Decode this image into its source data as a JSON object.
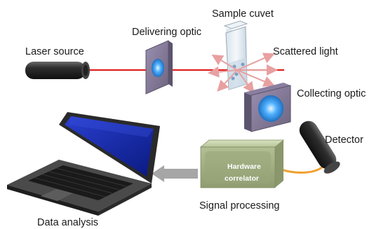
{
  "labels": {
    "laser_source": "Laser source",
    "delivering_optic": "Delivering optic",
    "sample_cuvet": "Sample cuvet",
    "scattered_light": "Scattered light",
    "collecting_optic": "Collecting optic",
    "detector": "Detector",
    "hardware_correlator_line1": "Hardware",
    "hardware_correlator_line2": "correlator",
    "signal_processing": "Signal processing",
    "data_analysis": "Data analysis"
  },
  "colors": {
    "laser_beam": "#e02020",
    "fiber": "#f0a030",
    "correlator_body": "#a9b88a",
    "scatter_arrows": "#e8a0a0",
    "lens_glow": "#2e8fe0"
  }
}
